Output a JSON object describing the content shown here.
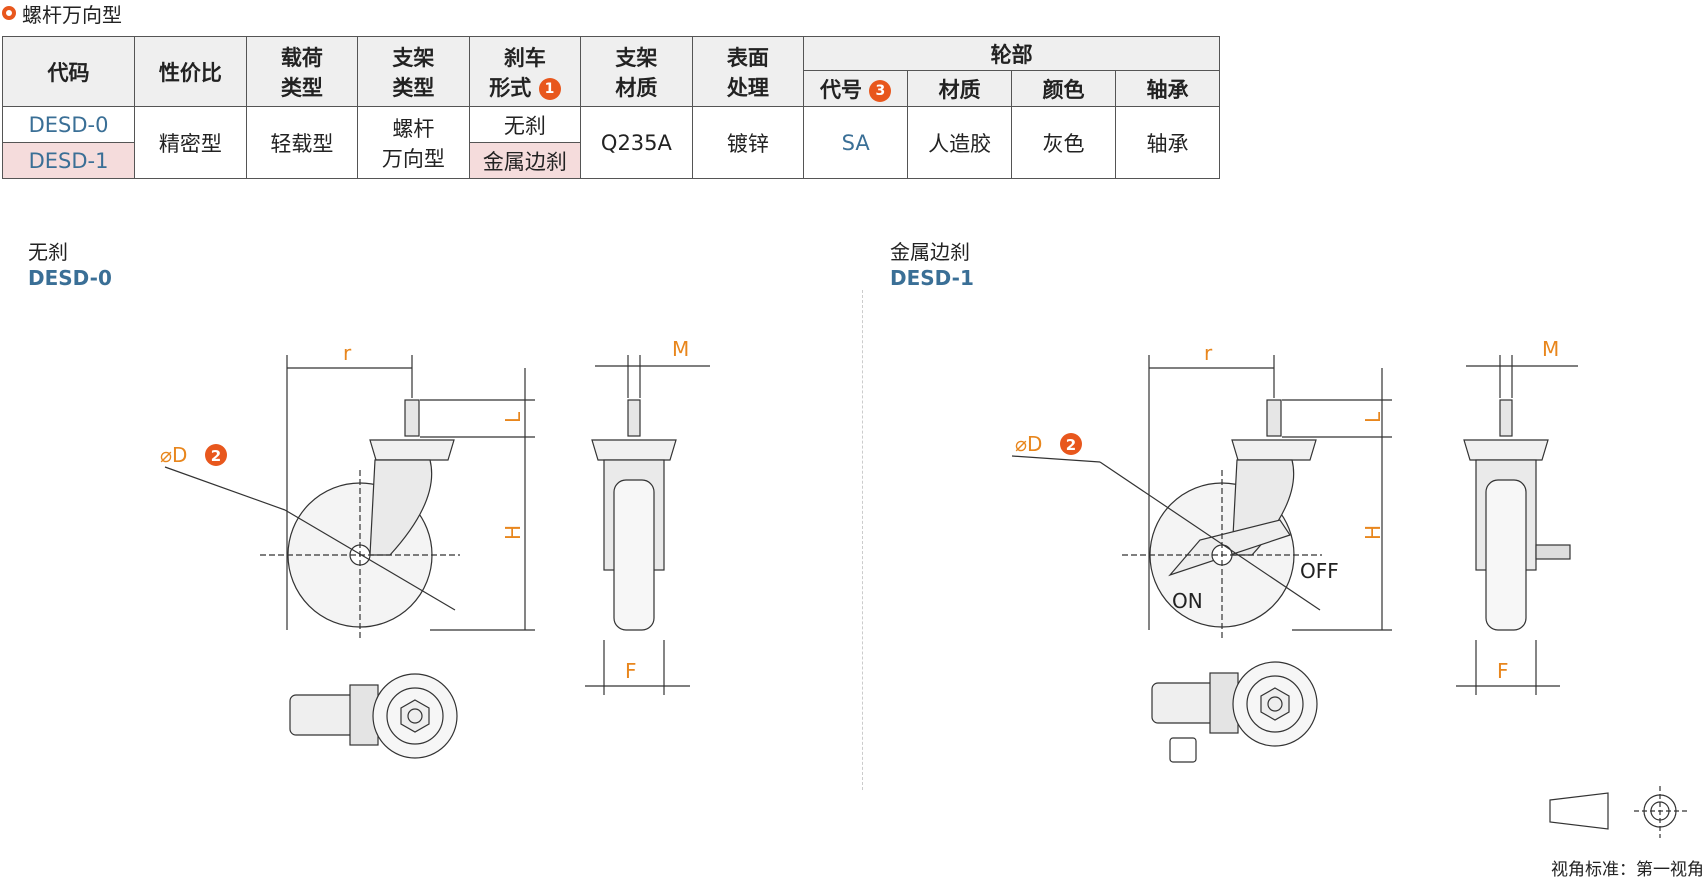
{
  "title": "螺杆万向型",
  "table": {
    "headers": {
      "code": "代码",
      "cost": "性价比",
      "load_type": "载荷\n类型",
      "bracket_type": "支架\n类型",
      "brake": "刹车\n形式",
      "brake_badge": "1",
      "bracket_material": "支架\n材质",
      "surface": "表面\n处理",
      "wheel": "轮部",
      "wheel_code": "代号",
      "wheel_code_badge": "3",
      "wheel_material": "材质",
      "wheel_color": "颜色",
      "bearing": "轴承"
    },
    "rows": [
      {
        "code": "DESD-0",
        "brake": "无刹"
      },
      {
        "code": "DESD-1",
        "brake": "金属边刹"
      }
    ],
    "shared": {
      "cost": "精密型",
      "load_type": "轻载型",
      "bracket_type": "螺杆\n万向型",
      "bracket_material": "Q235A",
      "surface": "镀锌",
      "wheel_code": "SA",
      "wheel_material": "人造胶",
      "wheel_color": "灰色",
      "bearing": "轴承"
    }
  },
  "variants": [
    {
      "name": "无刹",
      "code": "DESD-0"
    },
    {
      "name": "金属边刹",
      "code": "DESD-1"
    }
  ],
  "dims": {
    "r": "r",
    "M": "M",
    "L": "L",
    "H": "H",
    "F": "F",
    "D": "⌀D",
    "D_badge": "2",
    "on": "ON",
    "off": "OFF"
  },
  "footer": "视角标准：第一视角",
  "colors": {
    "accent": "#e8571d",
    "code_blue": "#3a6f96",
    "dim_orange": "#e8861d"
  }
}
